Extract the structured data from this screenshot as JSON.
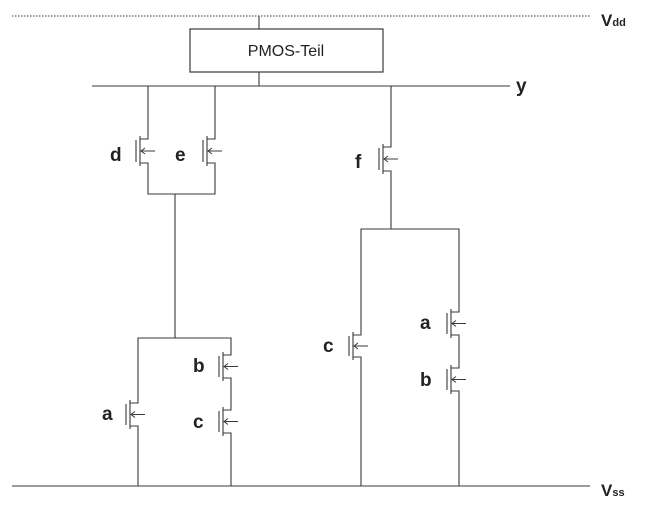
{
  "rails": {
    "vdd": {
      "main": "V",
      "sub": "dd"
    },
    "vss": {
      "main": "V",
      "sub": "ss"
    },
    "output": "y"
  },
  "pmos_block": {
    "label": "PMOS-Teil"
  },
  "transistors": {
    "d": "d",
    "e": "e",
    "f": "f",
    "a_left": "a",
    "b_left": "b",
    "c_left": "c",
    "c_right": "c",
    "a_right": "a",
    "b_right": "b"
  },
  "colors": {
    "line": "#3a3a3a",
    "text": "#222222",
    "background": "#ffffff"
  }
}
